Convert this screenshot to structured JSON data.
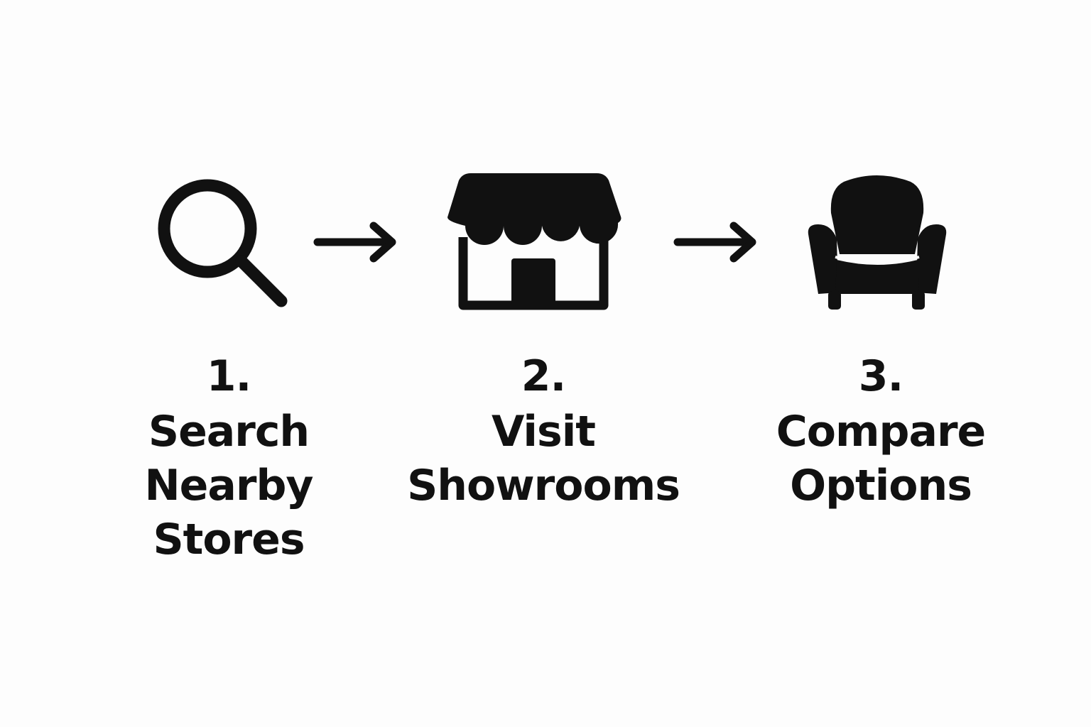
{
  "colors": {
    "background": "#fdfdfd",
    "ink": "#111111"
  },
  "steps": [
    {
      "number": "1.",
      "label_lines": [
        "Search",
        "Nearby",
        "Stores"
      ],
      "icon": "magnifying-glass-icon"
    },
    {
      "number": "2.",
      "label_lines": [
        "Visit",
        "Showrooms"
      ],
      "icon": "storefront-icon"
    },
    {
      "number": "3.",
      "label_lines": [
        "Compare",
        "Options"
      ],
      "icon": "armchair-icon"
    }
  ],
  "connectors": [
    {
      "from": 1,
      "to": 2,
      "icon": "arrow-right-icon"
    },
    {
      "from": 2,
      "to": 3,
      "icon": "arrow-right-icon"
    }
  ]
}
